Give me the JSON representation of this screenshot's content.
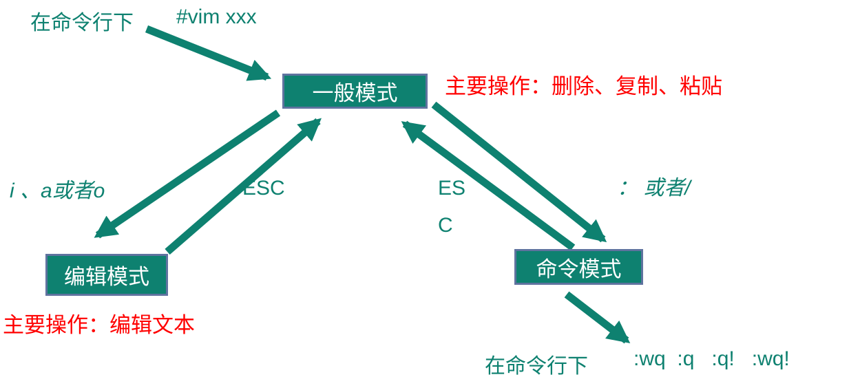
{
  "diagram": {
    "top_note": {
      "context": "在命令行下",
      "command": "#vim xxx"
    },
    "nodes": {
      "general": {
        "label": "一般模式",
        "ops": "主要操作：删除、复制、粘贴"
      },
      "edit": {
        "label": "编辑模式",
        "ops": "主要操作：编辑文本"
      },
      "command": {
        "label": "命令模式"
      }
    },
    "edges": {
      "general_to_edit": "i 、a或者o",
      "edit_to_general": "ESC",
      "command_to_general_line1": "ES",
      "command_to_general_line2": "C",
      "general_to_command": "： 或者/"
    },
    "bottom_note": {
      "context": "在命令行下",
      "commands": ":wq  :q   :q!   :wq!"
    }
  },
  "colors": {
    "teal": "#0E8170",
    "box_border": "#5F739F",
    "box_text": "#FFFFFF",
    "red": "#FF0000",
    "background": "#FFFFFF"
  }
}
